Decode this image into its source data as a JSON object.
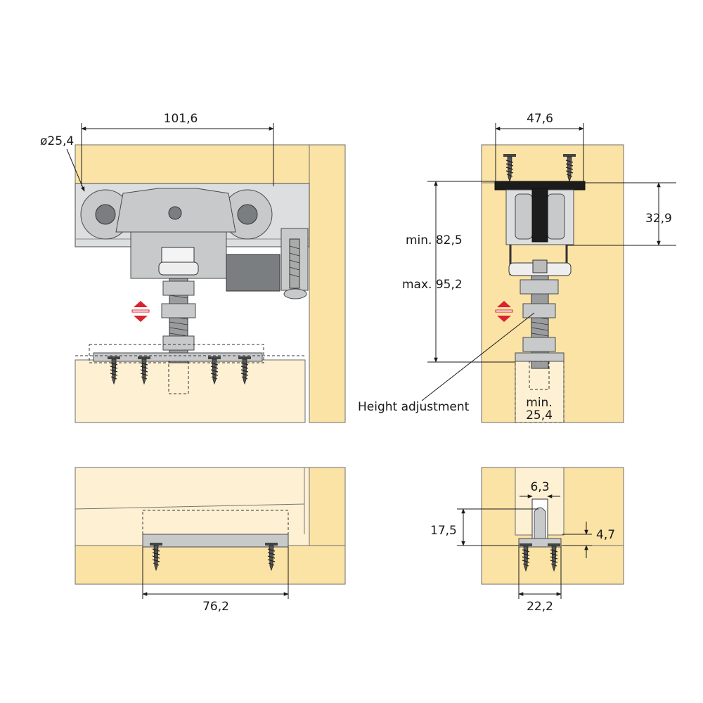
{
  "dimensions": {
    "wheel_diameter": "ø25,4",
    "wheel_spacing": "101,6",
    "side_width": "47,6",
    "track_height": "32,9",
    "min_clearance": "min. 82,5",
    "max_clearance": "max. 95,2",
    "door_thickness_line1": "min.",
    "door_thickness_line2": "25,4",
    "bottom_guide_width": "76,2",
    "guide_slot_width": "6,3",
    "guide_height": "17,5",
    "guide_recess": "4,7",
    "guide_base_width": "22,2"
  },
  "labels": {
    "height_adjustment": "Height adjustment"
  },
  "colors": {
    "wood_dark": "#fbe3a6",
    "wood_light": "#fdf0d3",
    "metal": "#c7c9cb",
    "arrow_red": "#d9232e"
  },
  "icons": {
    "height_adjust_arrows": "up-down-arrow-icon"
  }
}
